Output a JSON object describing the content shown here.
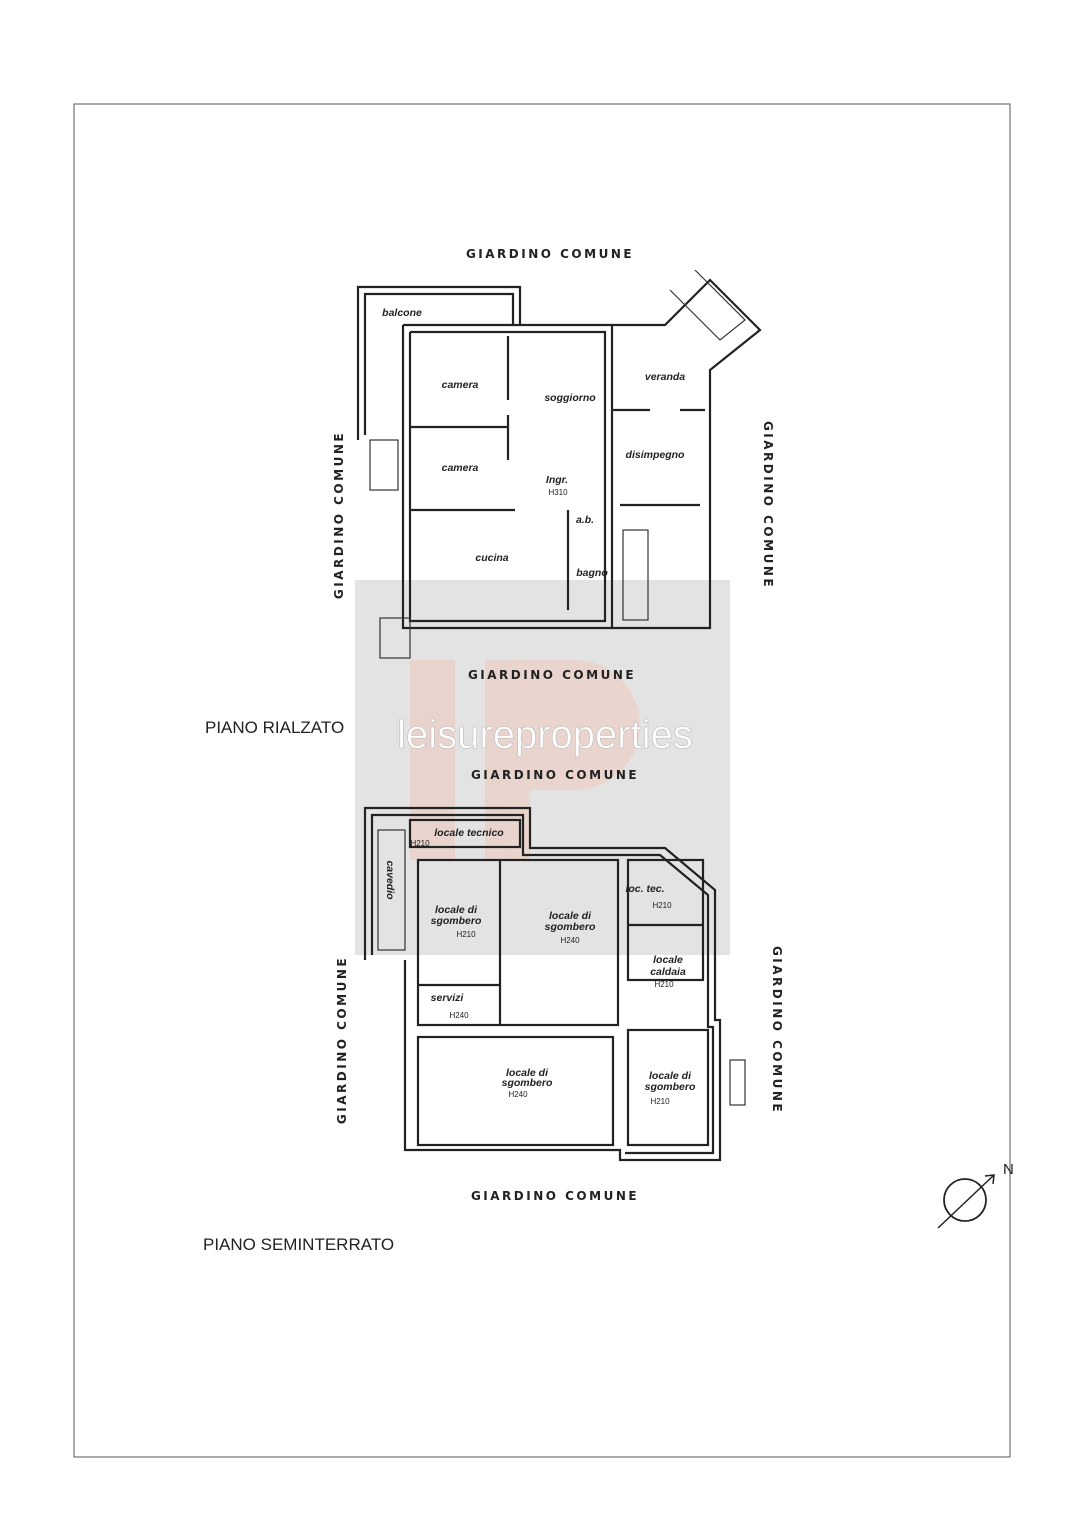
{
  "garden_label": "GIARDINO COMUNE",
  "upper_floor": {
    "title": "PIANO RIALZATO",
    "rooms": [
      {
        "name": "balcone"
      },
      {
        "name": "camera"
      },
      {
        "name": "soggiorno"
      },
      {
        "name": "veranda"
      },
      {
        "name": "camera"
      },
      {
        "name": "Ingr.",
        "height": "H310"
      },
      {
        "name": "disimpegno"
      },
      {
        "name": "a.b."
      },
      {
        "name": "cucina"
      },
      {
        "name": "bagno"
      }
    ]
  },
  "lower_floor": {
    "title": "PIANO SEMINTERRATO",
    "rooms": [
      {
        "name": "locale tecnico",
        "height": "H210"
      },
      {
        "name": "cavedio"
      },
      {
        "name_l1": "locale di",
        "name_l2": "sgombero",
        "height": "H210"
      },
      {
        "name_l1": "locale di",
        "name_l2": "sgombero",
        "height": "H240"
      },
      {
        "name": "loc. tec.",
        "height": "H210"
      },
      {
        "name_l1": "locale",
        "name_l2": "caldaia",
        "height": "H210"
      },
      {
        "name": "servizi",
        "height": "H240"
      },
      {
        "name_l1": "locale di",
        "name_l2": "sgombero",
        "height": "H240"
      },
      {
        "name_l1": "locale di",
        "name_l2": "sgombero",
        "height": "H210"
      }
    ]
  },
  "compass": {
    "label": "N",
    "icon": "north-arrow-icon"
  },
  "watermark": {
    "letters": "LP",
    "text": "leisureproperties",
    "color_box": "#9a9a9a",
    "color_letters": "#f4b9a6"
  }
}
